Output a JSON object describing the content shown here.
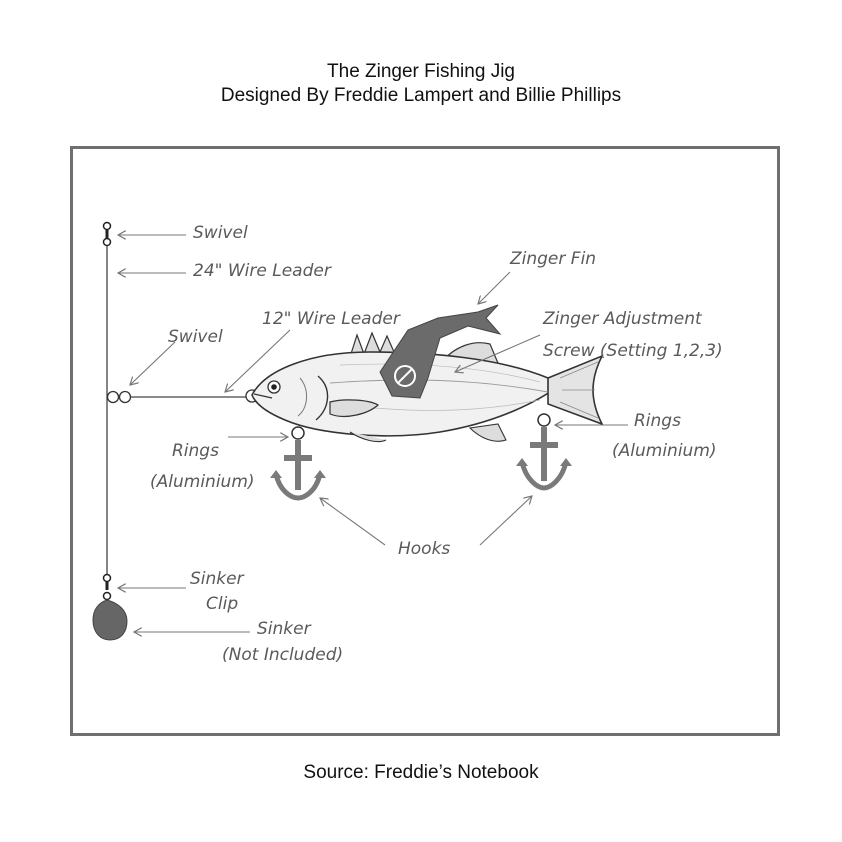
{
  "title": {
    "line1": "The Zinger Fishing Jig",
    "line2": "Designed By Freddie Lampert and Billie Phillips"
  },
  "labels": {
    "swivel_top": "Swivel",
    "wire_leader_24": "24\" Wire Leader",
    "zinger_fin": "Zinger Fin",
    "wire_leader_12": "12\" Wire Leader",
    "zinger_adjustment_1": "Zinger Adjustment",
    "zinger_adjustment_2": "Screw (Setting 1,2,3)",
    "swivel_mid": "Swivel",
    "rings_left_1": "Rings",
    "rings_left_2": "(Aluminium)",
    "rings_right_1": "Rings",
    "rings_right_2": "(Aluminium)",
    "hooks": "Hooks",
    "sinker_clip_1": "Sinker",
    "sinker_clip_2": "Clip",
    "sinker_1": "Sinker",
    "sinker_2": "(Not Included)"
  },
  "colors": {
    "frame": "#6f6f6f",
    "annotation": "#5a5a5a",
    "fin": "#6b6b6b",
    "hook": "#7a7a7a",
    "sinker": "#666666"
  },
  "caption": "Source: Freddie’s Notebook"
}
